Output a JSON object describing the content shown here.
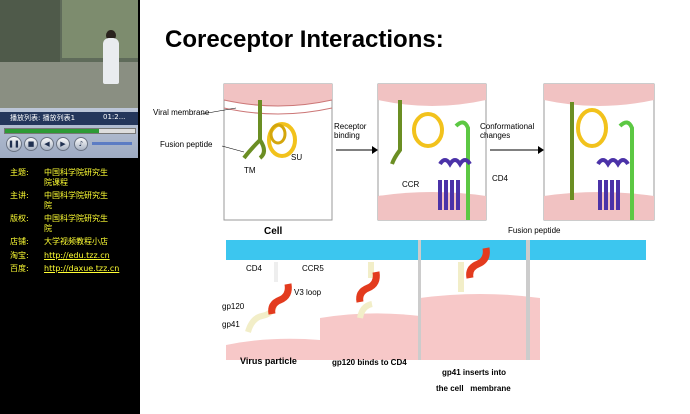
{
  "player": {
    "titlebar_left": "播放列表: 播放列表1",
    "time": "01:2..."
  },
  "info": {
    "rows": [
      {
        "label": "主题:",
        "value": "中国科学院研究生院课程"
      },
      {
        "label": "主讲:",
        "value": "中国科学院研究生院"
      },
      {
        "label": "版权:",
        "value": "中国科学院研究生院"
      },
      {
        "label": "店铺:",
        "value": "大学视频教程小店"
      },
      {
        "label": "淘宝:",
        "value": "http://edu.tzz.cn"
      },
      {
        "label": "百度:",
        "value": "http://daxue.tzz.cn"
      }
    ]
  },
  "slide": {
    "title": "Coreceptor Interactions:",
    "top_labels": {
      "viral_membrane": "Viral membrane",
      "fusion_peptide": "Fusion peptide",
      "tm": "TM",
      "su": "SU",
      "receptor_binding": "Receptor binding",
      "conformational": "Conformational changes",
      "ccr": "CCR",
      "cd4": "CD4",
      "fusion_peptide_2": "Fusion peptide"
    },
    "bottom_labels": {
      "cell": "Cell",
      "cd4": "CD4",
      "ccr5": "CCR5",
      "v3": "V3 loop",
      "gp120": "gp120",
      "gp41": "gp41",
      "virus": "Virus particle",
      "binds": "gp120 binds to CD4",
      "inserts1": "gp41 inserts into",
      "inserts2": "the cell   membrane"
    }
  },
  "colors": {
    "virus_membrane": "#e8b4b4",
    "cell": "#3cc6ef",
    "gp120": "#e33b1e",
    "tm": "#6b8e23",
    "su": "#f2c21c",
    "ccr": "#4b32a8",
    "cd4": "#5cc843"
  }
}
